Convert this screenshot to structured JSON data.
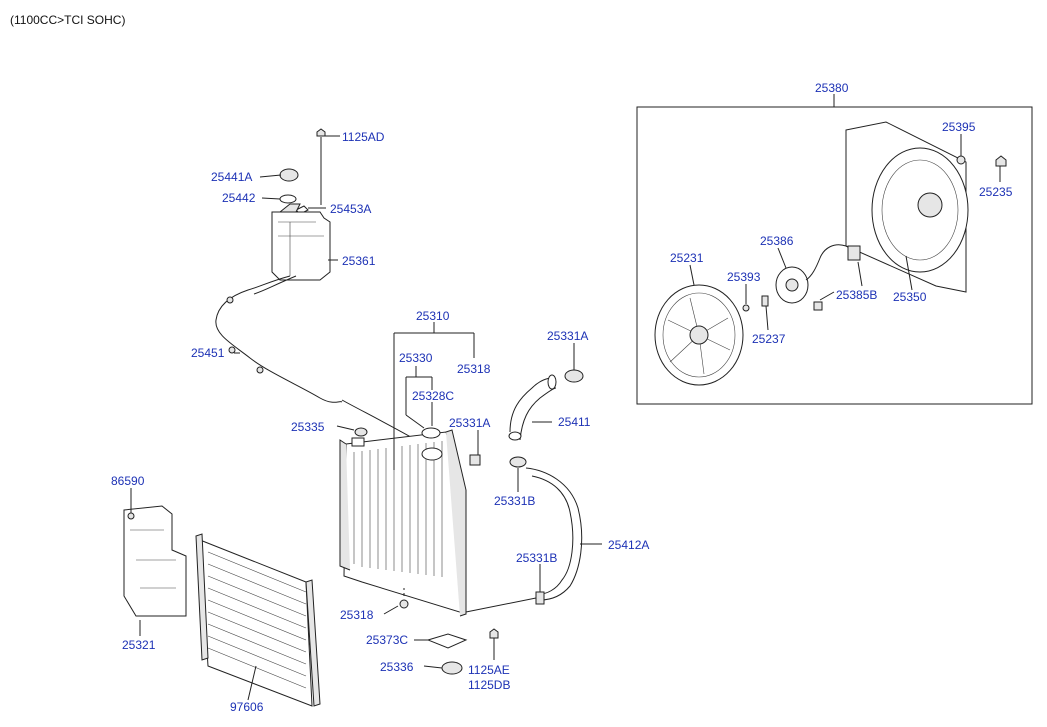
{
  "header": {
    "engine_spec": "(1100CC>TCI SOHC)"
  },
  "colors": {
    "label": "#1d32b5",
    "header": "#111111",
    "line": "#222222"
  },
  "callouts": {
    "fan_assembly": "25380",
    "cap_25441A": "25441A",
    "packing_25442": "25442",
    "bolt_1125AD": "1125AD",
    "bracket_25453A": "25453A",
    "reservoir_25361": "25361",
    "hose_25451": "25451",
    "radiator_25310": "25310",
    "drain_25330": "25330",
    "oring_25328C": "25328C",
    "plug_25318_top": "25318",
    "clamp_25331A_top": "25331A",
    "clamp_25331A_mid": "25331A",
    "hose_25411": "25411",
    "cap_25335": "25335",
    "clamp_25331B_top": "25331B",
    "hose_25412A": "25412A",
    "clamp_25331B_bottom": "25331B",
    "plug_25318_bottom": "25318",
    "bracket_25373C": "25373C",
    "insulator_25336": "25336",
    "bolt_1125AE": "1125AE",
    "bolt_1125DB": "1125DB",
    "bolt_86590": "86590",
    "guard_25321": "25321",
    "condenser_97606": "97606",
    "screw_25395": "25395",
    "bolt_25235": "25235",
    "motor_25386": "25386",
    "fan_25231": "25231",
    "washer_25393": "25393",
    "harness_25385B": "25385B",
    "shroud_25350": "25350",
    "bracket_25237": "25237"
  }
}
